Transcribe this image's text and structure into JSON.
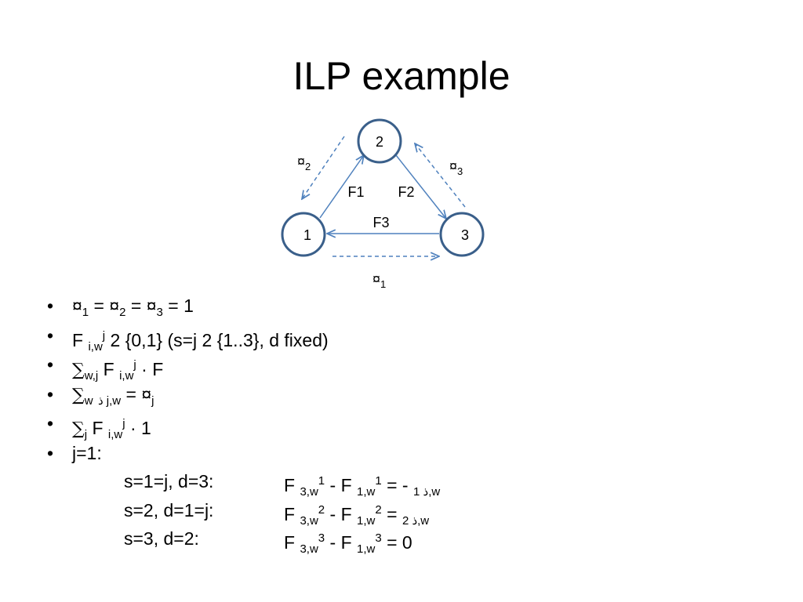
{
  "slide": {
    "title": "ILP example"
  },
  "diagram": {
    "nodes": [
      {
        "id": "1",
        "label": "1"
      },
      {
        "id": "2",
        "label": "2"
      },
      {
        "id": "3",
        "label": "3"
      }
    ],
    "flows": [
      {
        "label": "F1",
        "from": "1",
        "to": "2"
      },
      {
        "label": "F2",
        "from": "2",
        "to": "3"
      },
      {
        "label": "F3",
        "from": "3",
        "to": "1"
      }
    ],
    "lambdas": [
      {
        "symbol": "¤",
        "sub": "1"
      },
      {
        "symbol": "¤",
        "sub": "2"
      },
      {
        "symbol": "¤",
        "sub": "3"
      }
    ],
    "colors": {
      "node_stroke": "#3a5f8a",
      "edge": "#4f81bd"
    }
  },
  "bullets": {
    "marker": "•",
    "b1": {
      "s1": "¤",
      "sub1": "1",
      "t1": " = ¤",
      "sub2": "2",
      "t2": " = ¤",
      "sub3": "3",
      "t3": " = 1"
    },
    "b2": {
      "t1": "F ",
      "sub": "i,w",
      "sup": "j",
      "t2": " 2 {0,1}   (s=j 2 {1..3}, d fixed)"
    },
    "b3": {
      "sum": "∑",
      "sub1": "w,j",
      "t1": " F ",
      "sub2": "i,w",
      "sup": "j",
      "t2": " · F"
    },
    "b4": {
      "sum": "∑",
      "sub1": "w",
      "t1": " ",
      "sub2": "ذ j,w",
      "t2": " = ¤",
      "sub3": "j"
    },
    "b5": {
      "sum": "∑",
      "sub1": "j",
      "t1": " F ",
      "sub2": "i,w",
      "sup": "j",
      "t2": " · 1"
    },
    "b6": {
      "t1": "j=1:"
    }
  },
  "cases": [
    {
      "cond": "s=1=j, d=3:",
      "a": "F ",
      "a_sub": "3,w",
      "a_sup": "1",
      "b": " - F ",
      "b_sub": "1,w",
      "b_sup": "1",
      "c": " = - ",
      "c_sub": "ذ 1,w"
    },
    {
      "cond": "s=2, d=1=j:",
      "a": "F ",
      "a_sub": "3,w",
      "a_sup": "2",
      "b": " - F ",
      "b_sub": "1,w",
      "b_sup": "2",
      "c": " =  ",
      "c_sub": "ذ 2,w"
    },
    {
      "cond": "s=3, d=2:",
      "a": "F ",
      "a_sub": "3,w",
      "a_sup": "3",
      "b": " - F ",
      "b_sub": "1,w",
      "b_sup": "3",
      "c": " = 0",
      "c_sub": ""
    }
  ]
}
